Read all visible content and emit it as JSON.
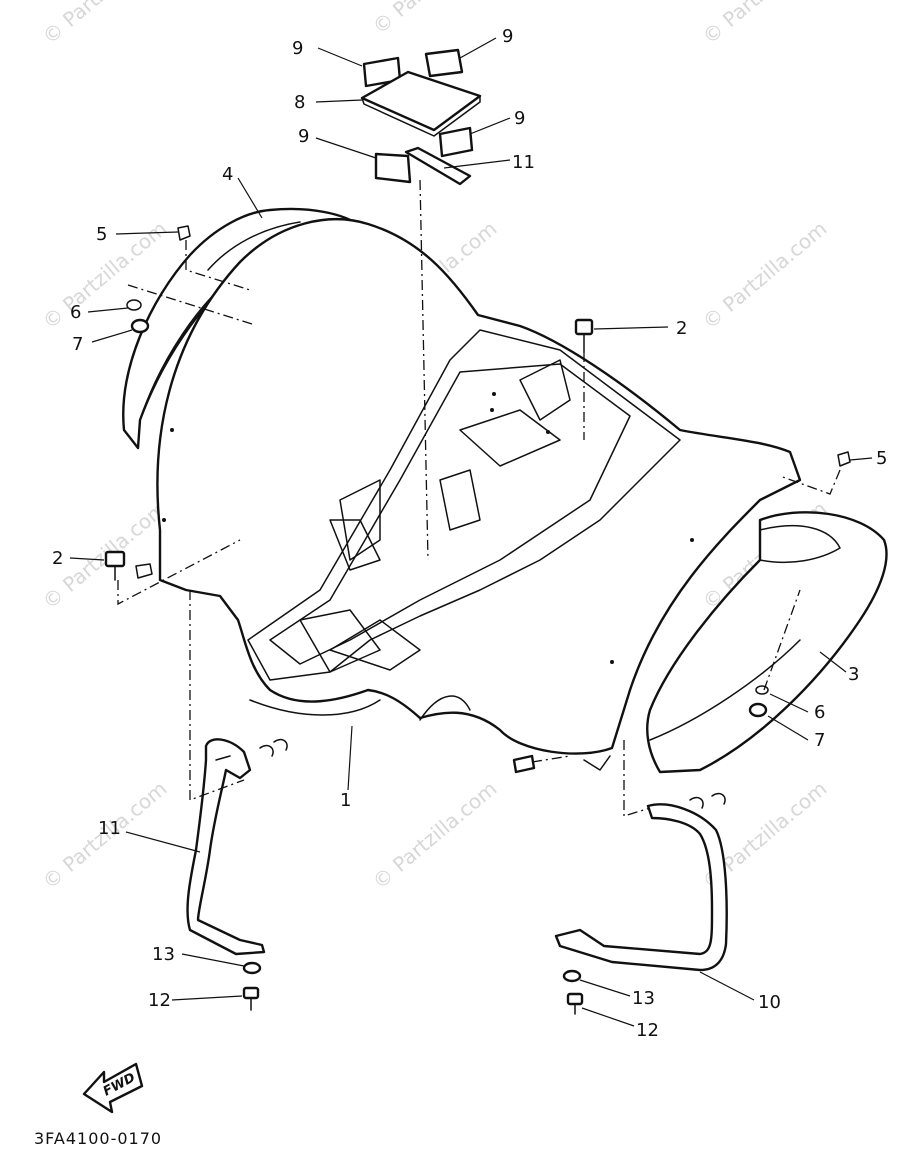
{
  "diagram": {
    "part_code": "3FA4100-0170",
    "fwd_label": "FWD",
    "watermark": "© Partzilla.com",
    "callouts": [
      {
        "id": "c9a",
        "label": "9"
      },
      {
        "id": "c9b",
        "label": "9"
      },
      {
        "id": "c8",
        "label": "8"
      },
      {
        "id": "c9c",
        "label": "9"
      },
      {
        "id": "c9d",
        "label": "9"
      },
      {
        "id": "c11a",
        "label": "11"
      },
      {
        "id": "c4",
        "label": "4"
      },
      {
        "id": "c5a",
        "label": "5"
      },
      {
        "id": "c6a",
        "label": "6"
      },
      {
        "id": "c7a",
        "label": "7"
      },
      {
        "id": "c2a",
        "label": "2"
      },
      {
        "id": "c5b",
        "label": "5"
      },
      {
        "id": "c2b",
        "label": "2"
      },
      {
        "id": "c3",
        "label": "3"
      },
      {
        "id": "c6b",
        "label": "6"
      },
      {
        "id": "c7b",
        "label": "7"
      },
      {
        "id": "c1",
        "label": "1"
      },
      {
        "id": "c11b",
        "label": "11"
      },
      {
        "id": "c13a",
        "label": "13"
      },
      {
        "id": "c12a",
        "label": "12"
      },
      {
        "id": "c13b",
        "label": "13"
      },
      {
        "id": "c12b",
        "label": "12"
      },
      {
        "id": "c10",
        "label": "10"
      }
    ]
  }
}
